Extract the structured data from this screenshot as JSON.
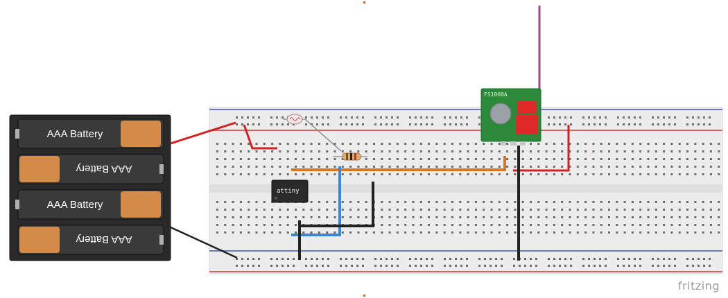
{
  "batteries": [
    {
      "label": "AAA Battery",
      "flipped": false
    },
    {
      "label": "AAA Battery",
      "flipped": true
    },
    {
      "label": "AAA Battery",
      "flipped": false
    },
    {
      "label": "AAA Battery",
      "flipped": true
    }
  ],
  "chip": {
    "label": "attiny"
  },
  "module": {
    "label": "FS1000A"
  },
  "brand": {
    "text": "fritzing"
  },
  "colors": {
    "wire_red": "#d42020",
    "wire_black": "#222222",
    "wire_blue": "#3a86d8",
    "wire_orange": "#d4782a",
    "antenna": "#9a4a8a",
    "module_board": "#2a8a3a",
    "module_pad": "#e02828",
    "breadboard": "#eeeeee",
    "rail_blue": "#6a7ac8",
    "rail_red": "#d86060"
  }
}
